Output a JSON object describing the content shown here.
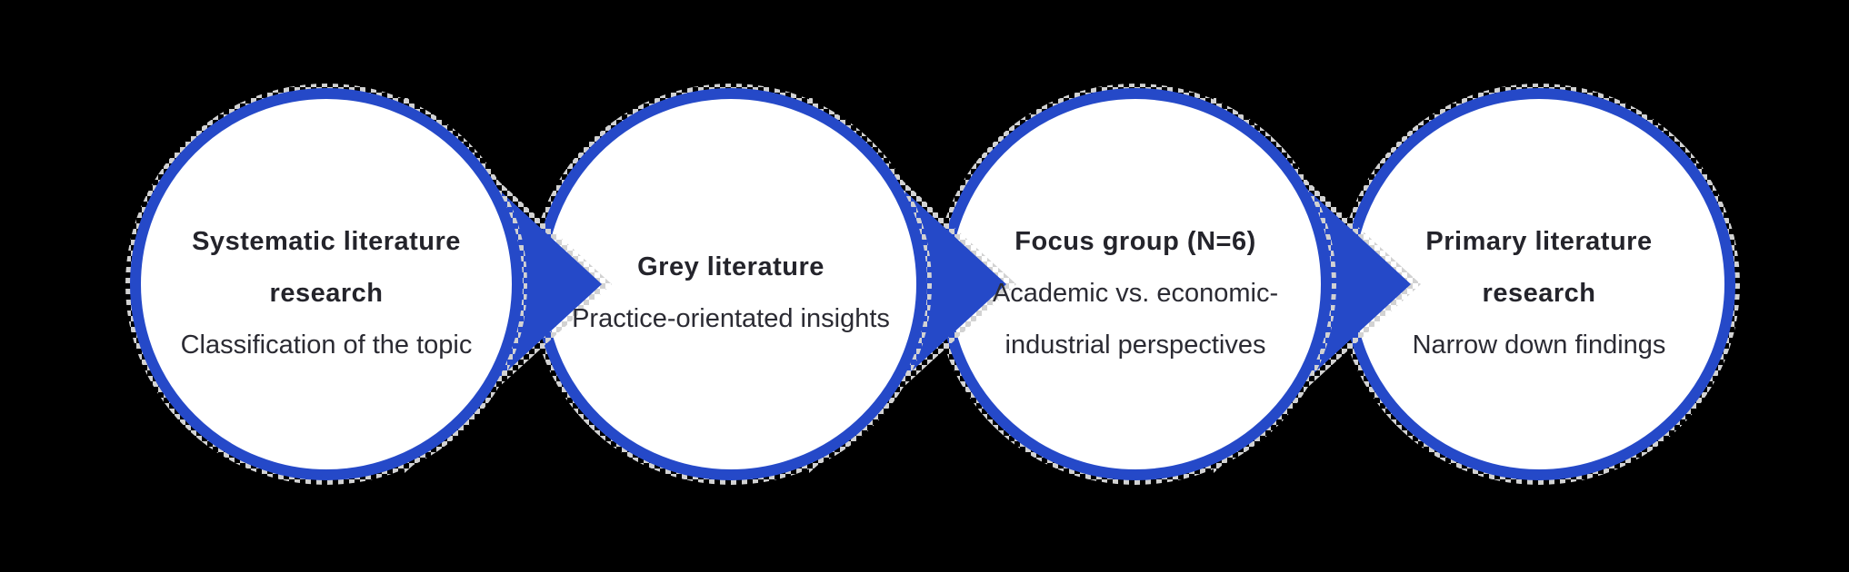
{
  "diagram": {
    "name": "research-method-process-flow",
    "type": "process-flow",
    "direction": "left-to-right",
    "connector_style": "triangular arrow pointing right between consecutive steps",
    "steps": [
      {
        "title": "Systematic literature research",
        "description": "Classification of the topic"
      },
      {
        "title": "Grey literature",
        "description": "Practice-orientated insights"
      },
      {
        "title": "Focus group (N=6)",
        "description": "Academic vs. economic-industrial perspectives"
      },
      {
        "title": "Primary literature research",
        "description": "Narrow down findings"
      }
    ]
  },
  "colors": {
    "node_border": "#2549c8",
    "arrow": "#2549c8",
    "node_fill": "#ffffff",
    "title_text": "#24242b",
    "description_text": "#2b2b33",
    "background": "#000000",
    "halo_checker": "#d2d2d2"
  }
}
